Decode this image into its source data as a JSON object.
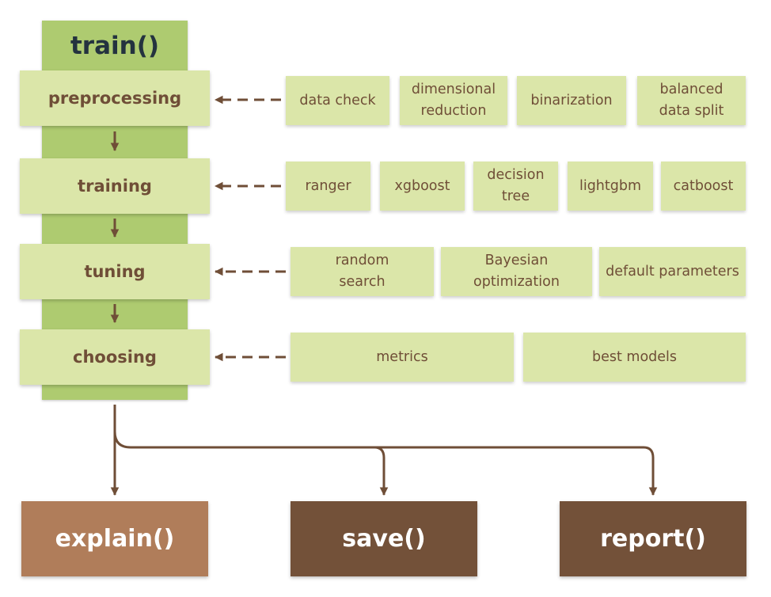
{
  "title": "train()",
  "stages": [
    {
      "label": "preprocessing",
      "options": [
        "data check",
        "dimensional\nreduction",
        "binarization",
        "balanced\ndata split"
      ]
    },
    {
      "label": "training",
      "options": [
        "ranger",
        "xgboost",
        "decision\ntree",
        "lightgbm",
        "catboost"
      ]
    },
    {
      "label": "tuning",
      "options": [
        "random\nsearch",
        "Bayesian\noptimization",
        "default parameters"
      ]
    },
    {
      "label": "choosing",
      "options": [
        "metrics",
        "best models"
      ]
    }
  ],
  "outputs": [
    {
      "label": "explain()",
      "color": "#b07d5a"
    },
    {
      "label": "save()",
      "color": "#735139"
    },
    {
      "label": "report()",
      "color": "#735139"
    }
  ],
  "colors": {
    "spine": "#aecb70",
    "box": "#dbe6a9",
    "text": "#6f4e37",
    "arrow": "#6f4e37",
    "title": "#24333f"
  }
}
